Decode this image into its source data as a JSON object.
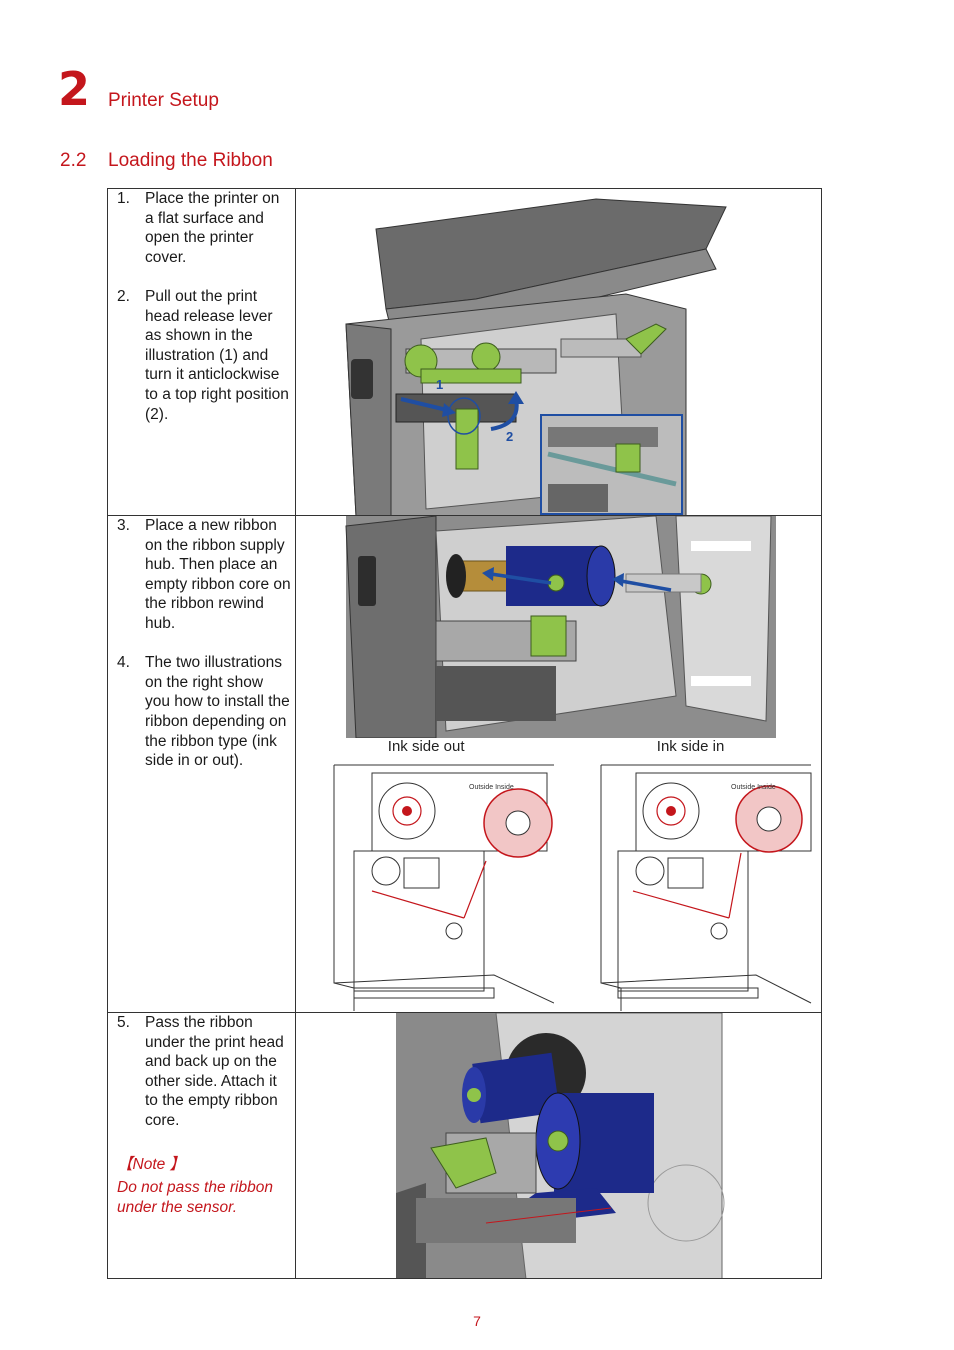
{
  "chapter": {
    "number": "2",
    "title": "Printer Setup"
  },
  "section": {
    "number": "2.2",
    "title": "Loading the Ribbon"
  },
  "steps": [
    {
      "number": "1.",
      "text": "Place the printer on a flat surface and open the printer cover."
    },
    {
      "number": "2.",
      "text": "Pull out the print head release lever as shown in the illustration (1) and turn it anticlockwise to a top right position (2)."
    },
    {
      "number": "3.",
      "text": "Place a new ribbon on the ribbon supply hub. Then place an empty ribbon core on the ribbon rewind hub."
    },
    {
      "number": "4.",
      "text": "The two illustrations on the right show you how to install the ribbon depending on the ribbon type (ink side in or out)."
    },
    {
      "number": "5.",
      "text": "Pass the ribbon under the print head and back up on the other side. Attach it to the empty ribbon core."
    }
  ],
  "note": {
    "label": "【Note 】",
    "text": "Do not pass the ribbon under the sensor."
  },
  "figure1": {
    "callout_1": "1",
    "callout_2": "2"
  },
  "captions": {
    "ink_side_out": "Ink side out",
    "ink_side_in": "Ink side in"
  },
  "diagram_labels": {
    "outside": "Outside",
    "inside": "Inside"
  },
  "page_number": "7",
  "colors": {
    "accent": "#c4161c",
    "hub_green": "#8fc34a",
    "ribbon_blue": "#1d2a8a",
    "arrow_blue": "#1f4ea3"
  }
}
